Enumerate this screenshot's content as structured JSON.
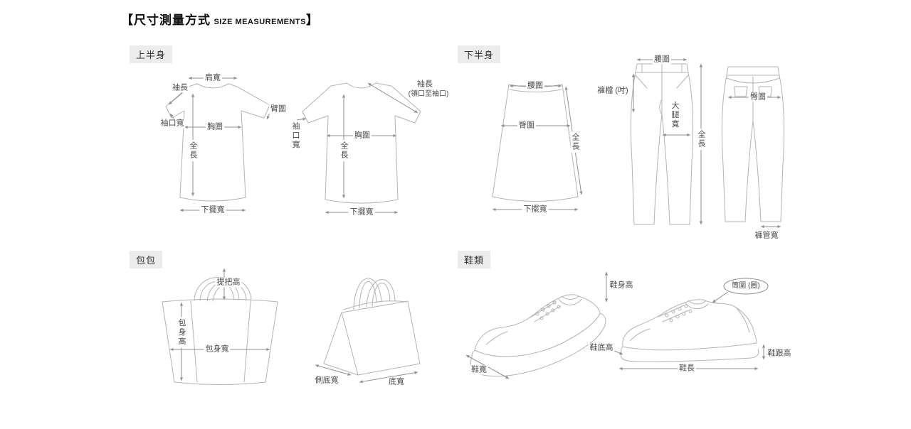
{
  "title": {
    "zh": "【尺寸測量方式",
    "en": "SIZE MEASUREMENTS",
    "bracket_close": "】"
  },
  "sections": {
    "upper_body": {
      "header": "上半身",
      "shirt1": {
        "shoulder_width": "肩寬",
        "sleeve_length": "袖長",
        "arm_circumference": "臂圍",
        "cuff_width": "袖口寬",
        "chest": "胸圍",
        "full_length": "全長",
        "hem_width": "下擺寬"
      },
      "shirt2": {
        "sleeve_length": "袖長",
        "sleeve_length_note": "(領口至袖口)",
        "cuff_width": "袖口寬",
        "chest": "胸圍",
        "full_length": "全長",
        "hem_width": "下擺寬"
      }
    },
    "lower_body": {
      "header": "下半身",
      "skirt": {
        "waist": "腰圍",
        "hip": "臀圍",
        "full_length": "全長",
        "hem_width": "下擺寬"
      },
      "pants": {
        "waist": "腰圍",
        "crotch": "褲檔 (吋)",
        "thigh_width": "大腿寬",
        "full_length": "全長",
        "hip": "臀圍",
        "leg_opening": "褲管寬"
      }
    },
    "bags": {
      "header": "包包",
      "bag1": {
        "handle_height": "提把高",
        "body_height": "包身高",
        "body_width": "包身寬"
      },
      "bag2": {
        "side_bottom_width": "側底寬",
        "bottom_width": "底寬"
      }
    },
    "shoes": {
      "header": "鞋類",
      "shoe1": {
        "shoe_height": "鞋身高",
        "shoe_width": "鞋寬"
      },
      "shoe2": {
        "shaft_circumference": "筒圍 (圈)",
        "sole_height": "鞋底高",
        "heel_height": "鞋跟高",
        "shoe_length": "鞋長"
      }
    }
  }
}
